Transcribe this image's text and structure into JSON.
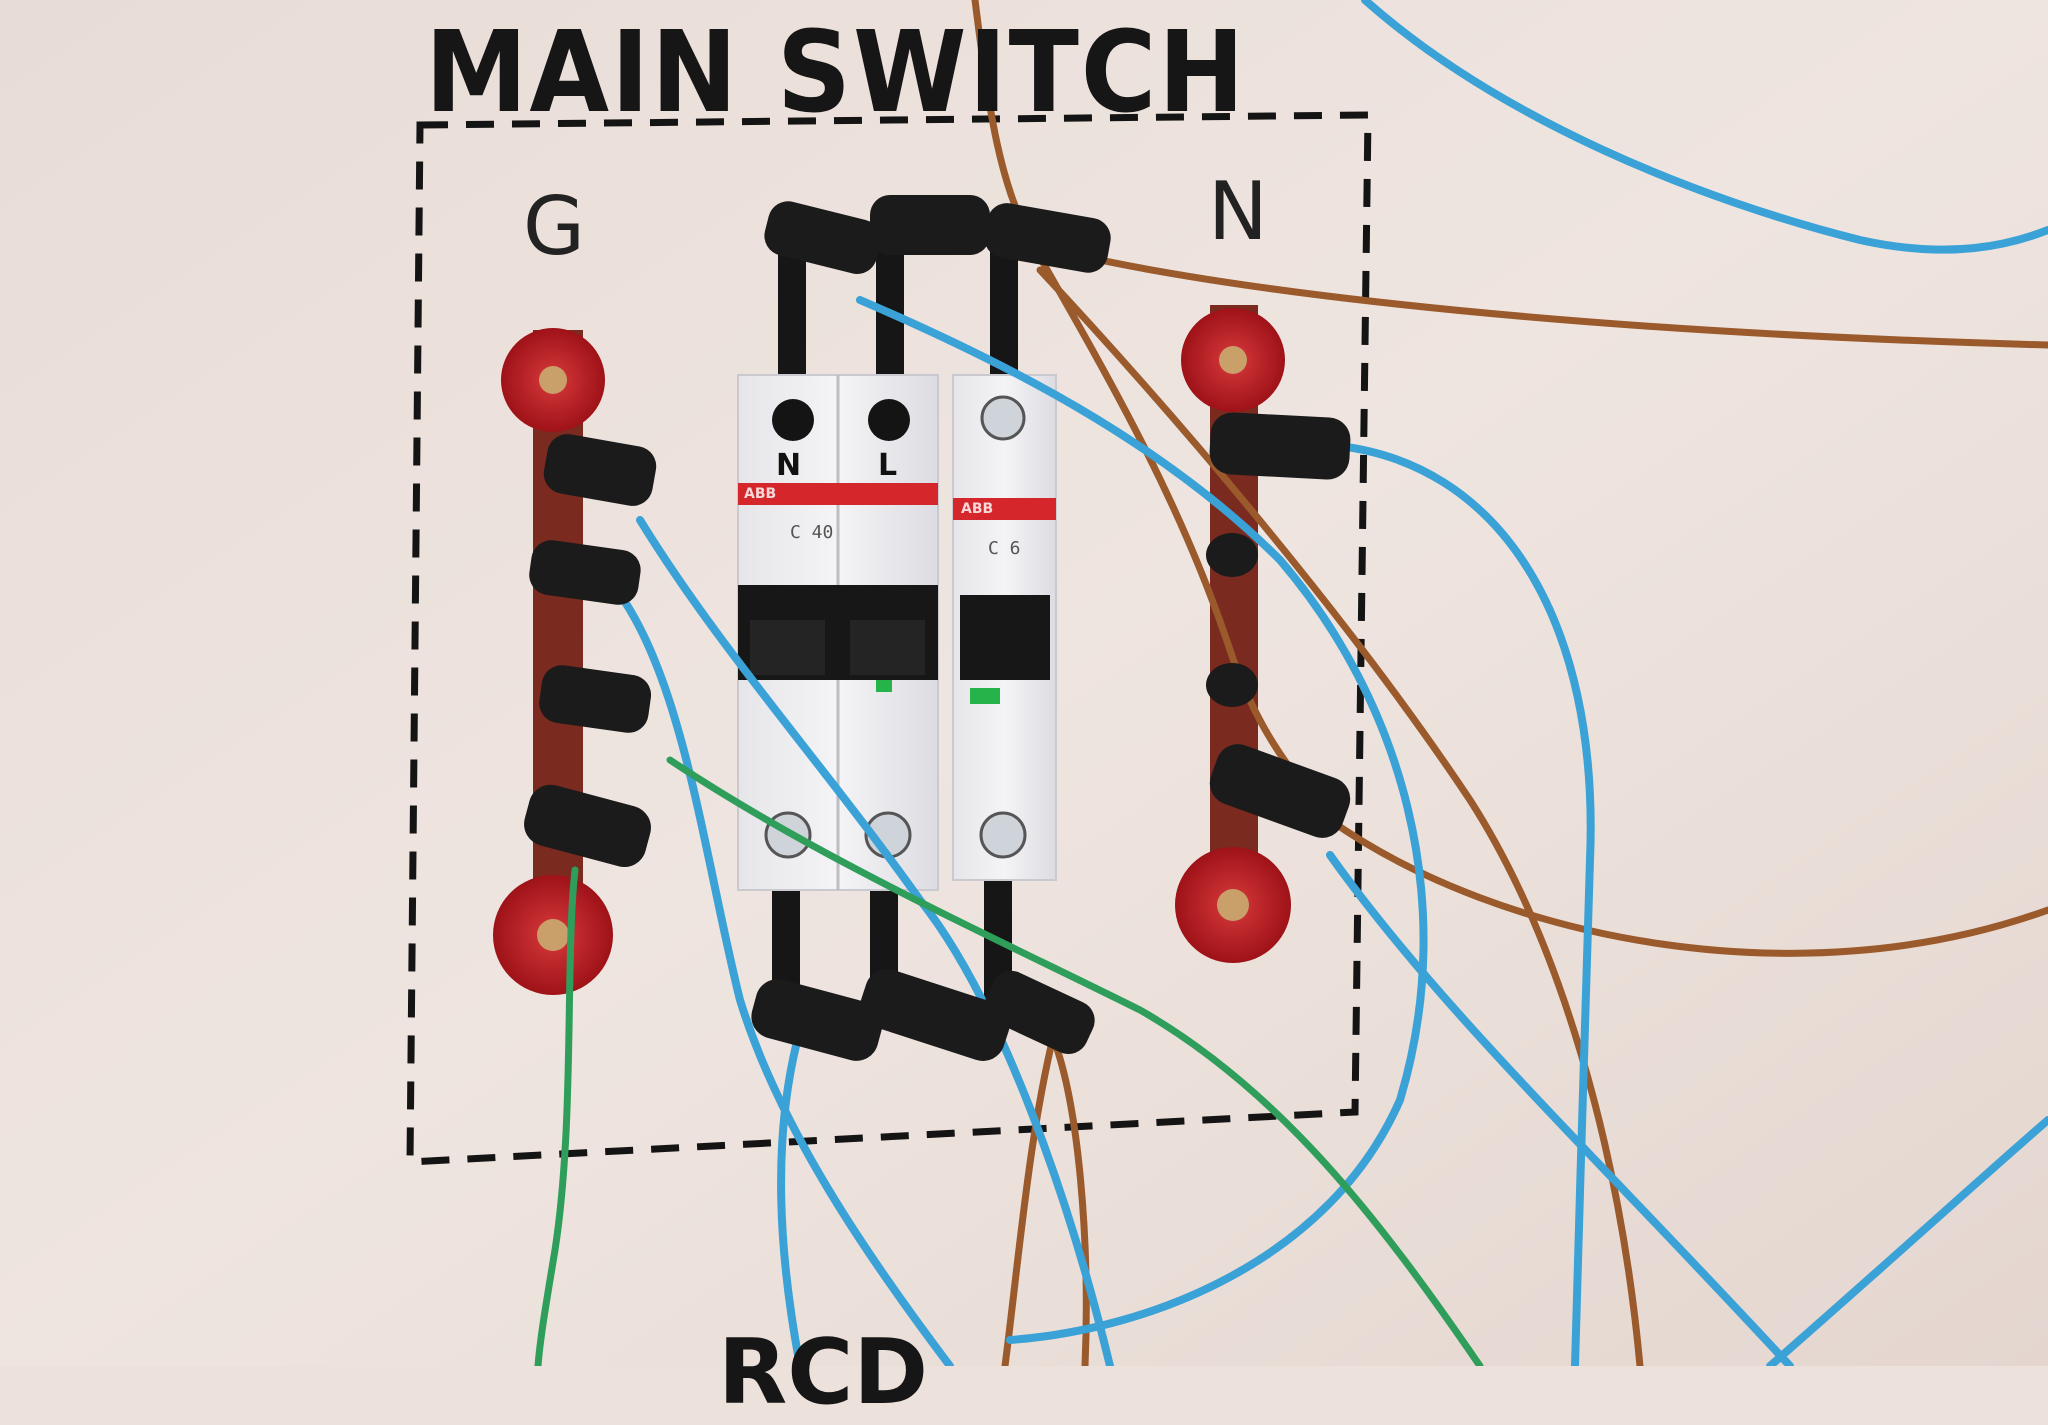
{
  "panel": {
    "title": "MAIN SWITCH",
    "ground_label": "G",
    "neutral_label": "N",
    "bottom_label": "RCD"
  },
  "breaker": {
    "pole_n_label": "N",
    "pole_l_label": "L",
    "brand_left": "ABB",
    "brand_right": "ABB",
    "rating_left": "C 40",
    "rating_right": "C 6"
  },
  "colors": {
    "panel_bg": "#ece1db",
    "wire_blue": "#3aa2d6",
    "wire_brown": "#9a5a2c",
    "wire_green": "#2f9e5a",
    "terminal_red": "#b51c22",
    "plug_black": "#1b1b1b"
  }
}
